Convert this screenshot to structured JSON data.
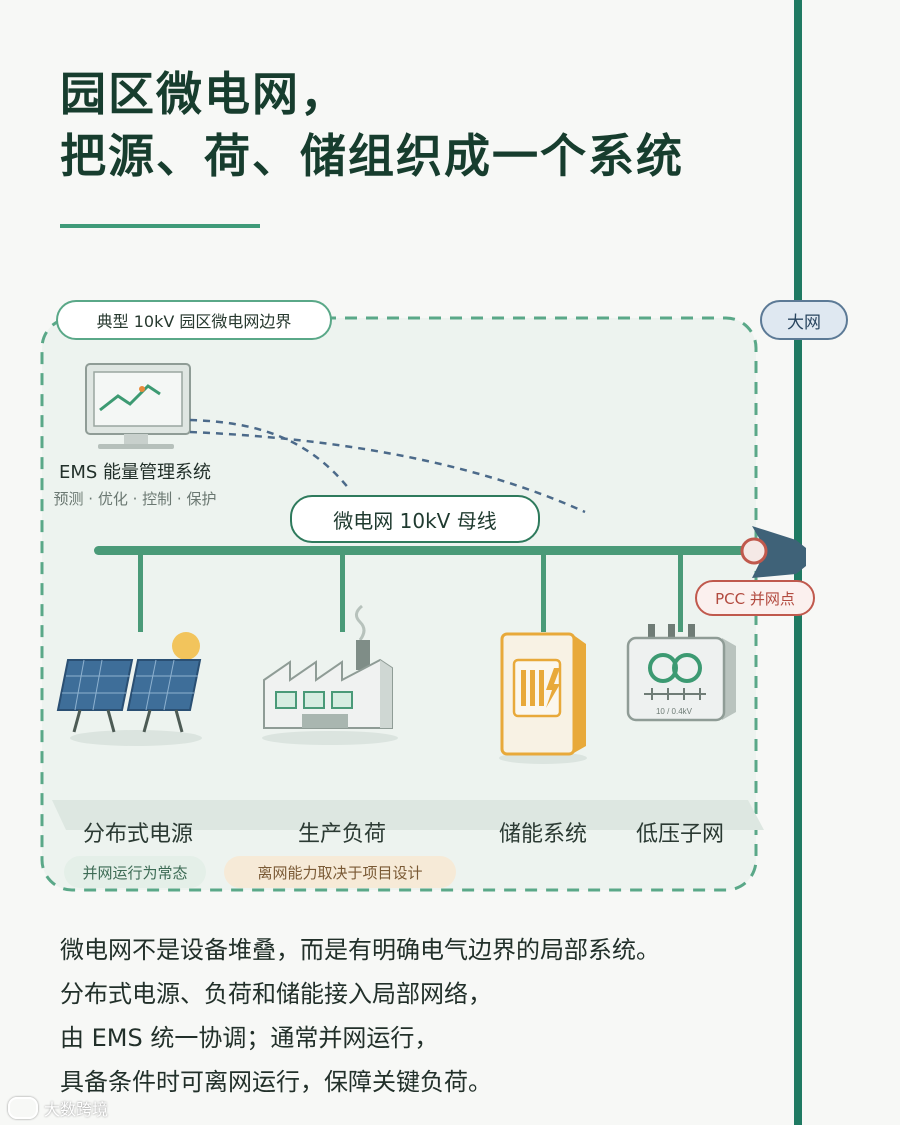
{
  "title": {
    "line1": "园区微电网，",
    "line2": "把源、荷、储组织成一个系统"
  },
  "diagram": {
    "boundary_label": "典型 10kV 园区微电网边界",
    "grid_label": "大网",
    "ems": {
      "name": "EMS 能量管理系统",
      "functions": "预测 · 优化 · 控制 · 保护"
    },
    "bus_label": "微电网 10kV 母线",
    "pcc_label": "PCC 并网点",
    "devices": [
      {
        "label": "分布式电源",
        "icon": "solar-panel-icon"
      },
      {
        "label": "生产负荷",
        "icon": "factory-icon"
      },
      {
        "label": "储能系统",
        "icon": "battery-storage-icon"
      },
      {
        "label": "低压子网",
        "icon": "transformer-icon"
      }
    ],
    "transformer_rating": "10 / 0.4kV",
    "tags": [
      {
        "text": "并网运行为常态",
        "color": "#e4efe8"
      },
      {
        "text": "离网能力取决于项目设计",
        "color": "#f6ead7"
      }
    ],
    "colors": {
      "bus": "#4a9a78",
      "boundary": "#5aa888",
      "grid_line": "#1f7a62",
      "pcc": "#c0594d",
      "control_link": "#4c6a8a"
    }
  },
  "paragraph": {
    "line1": "微电网不是设备堆叠，而是有明确电气边界的局部系统。",
    "line2": "分布式电源、负荷和储能接入局部网络，",
    "line3": "由 EMS 统一协调；通常并网运行，",
    "line4": "具备条件时可离网运行，保障关键负荷。"
  },
  "watermark": "大数跨境"
}
